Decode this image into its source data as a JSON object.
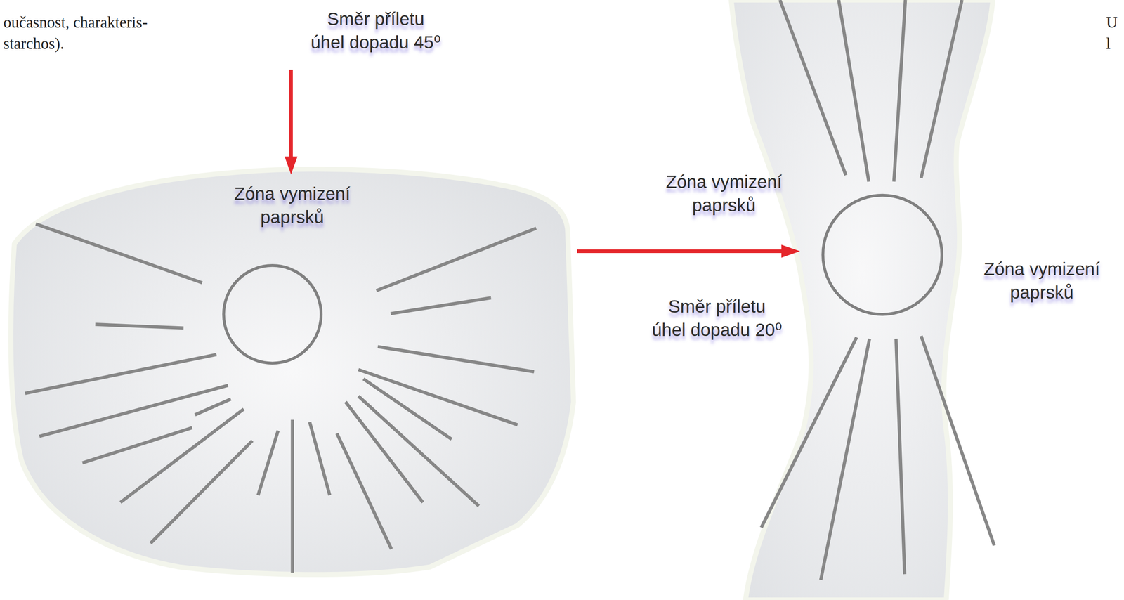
{
  "diagram": {
    "labels": [
      "oučasnost, charakteris- starchos).",
      "Směr příletu úhel dopadu 45⁰",
      "U l",
      "Zóna vymizení paprsků",
      "Zóna vymizení paprsků",
      "Zóna vymizení paprsků",
      "Směr příletu úhel dopadu 20⁰"
    ]
  }
}
